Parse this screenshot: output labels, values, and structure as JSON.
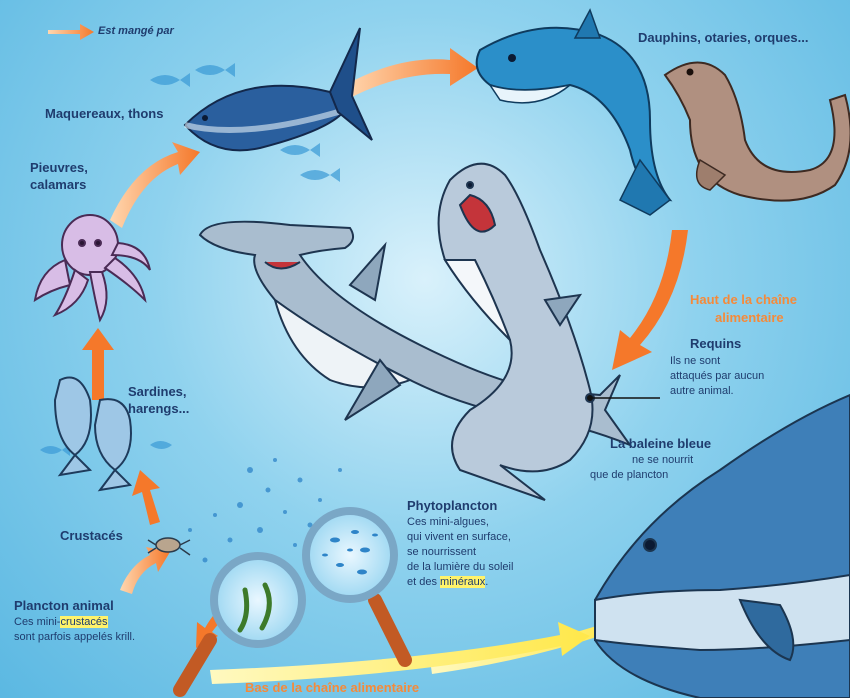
{
  "legend": {
    "text": "Est mangé par"
  },
  "labels": {
    "dolphins": "Dauphins, otaries, orques...",
    "mackerel": "Maquereaux, thons",
    "octopus_1": "Pieuvres,",
    "octopus_2": "calamars",
    "sardines_1": "Sardines,",
    "sardines_2": "harengs...",
    "crustaceans": "Crustacés",
    "zooplankton_title": "Plancton animal",
    "zooplankton_l1_a": "Ces mini-",
    "zooplankton_l1_b": "crustacés",
    "zooplankton_l2": "sont parfois appelés krill.",
    "phyto_title": "Phytoplancton",
    "phyto_l1": "Ces mini-algues,",
    "phyto_l2": "qui vivent en surface,",
    "phyto_l3": "se nourrissent",
    "phyto_l4": "de la lumière du soleil",
    "phyto_l5_a": "et des ",
    "phyto_l5_b": "minéraux",
    "phyto_l5_c": ".",
    "top_chain_1": "Haut de la chaîne",
    "top_chain_2": "alimentaire",
    "sharks_title": "Requins",
    "sharks_l1": "Ils ne sont",
    "sharks_l2": "attaqués par aucun",
    "sharks_l3": "autre animal.",
    "whale_title": "La baleine bleue",
    "whale_l1": "ne se nourrit",
    "whale_l2": "que de plancton",
    "bottom_chain": "Bas de la chaîne alimentaire"
  },
  "colors": {
    "arrow": "#f58a3a",
    "text": "#1f3c6e",
    "fish": "#2f74b5",
    "whale": "#3e7fb8",
    "dolphin": "#2b8fc9",
    "seal": "#b09080",
    "octopus": "#c9a6d8",
    "shark": "#c9d7e2",
    "highlight": "#fff36a"
  }
}
